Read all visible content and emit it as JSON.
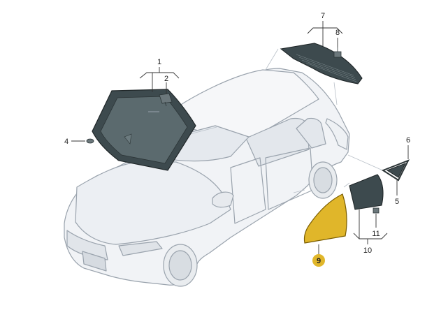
{
  "diagram": {
    "colors": {
      "background": "#ffffff",
      "car_line": "#9aa3ad",
      "car_fill": "#f1f3f6",
      "glass_dark": "#3d4a4e",
      "glass_mid": "#5b6a6e",
      "highlight": "#e0b62a",
      "highlight_stroke": "#7a5d00",
      "leader": "#333333"
    },
    "parts": [
      {
        "number": "1",
        "name": "windshield"
      },
      {
        "number": "2",
        "name": "sensor-bracket"
      },
      {
        "number": "4",
        "name": "retainer-clip"
      },
      {
        "number": "5",
        "name": "quarter-glass"
      },
      {
        "number": "6",
        "name": "quarter-glass-seal"
      },
      {
        "number": "7",
        "name": "rear-window"
      },
      {
        "number": "8",
        "name": "rear-window-bolt"
      },
      {
        "number": "9",
        "name": "front-door-window",
        "highlighted": true
      },
      {
        "number": "10",
        "name": "rear-door-window"
      },
      {
        "number": "11",
        "name": "rear-door-window-bolt"
      }
    ]
  }
}
